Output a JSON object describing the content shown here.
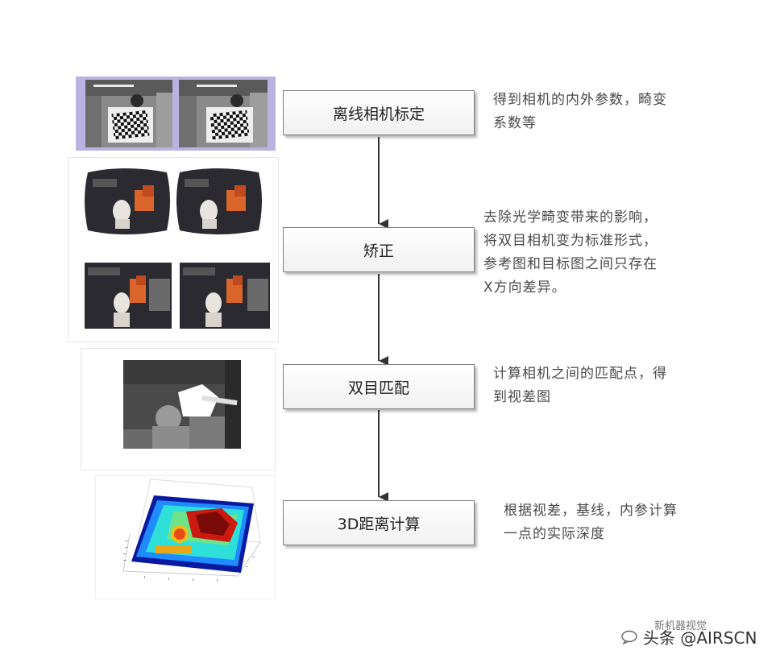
{
  "steps": [
    {
      "label": "离线相机标定",
      "desc": "得到相机的内外参数，畸变\n系数等"
    },
    {
      "label": "矫正",
      "desc": "去除光学畸变带来的影响，\n将双目相机变为标准形式，\n参考图和目标图之间只存在\nX方向差异。"
    },
    {
      "label": "双目匹配",
      "desc": "计算相机之间的匹配点，得\n到视差图"
    },
    {
      "label": "3D距离计算",
      "desc": "根据视差，基线，内参计算\n一点的实际深度"
    }
  ],
  "watermark": {
    "text": "头条 @AIRSCN",
    "sub": "新机器视觉"
  },
  "icons": {
    "watermark_logo": "chat-bubble-icon"
  },
  "colors": {
    "arrow": "#333333",
    "calib_bg": "#b9b3e2",
    "box_border": "#7f7f7f"
  }
}
